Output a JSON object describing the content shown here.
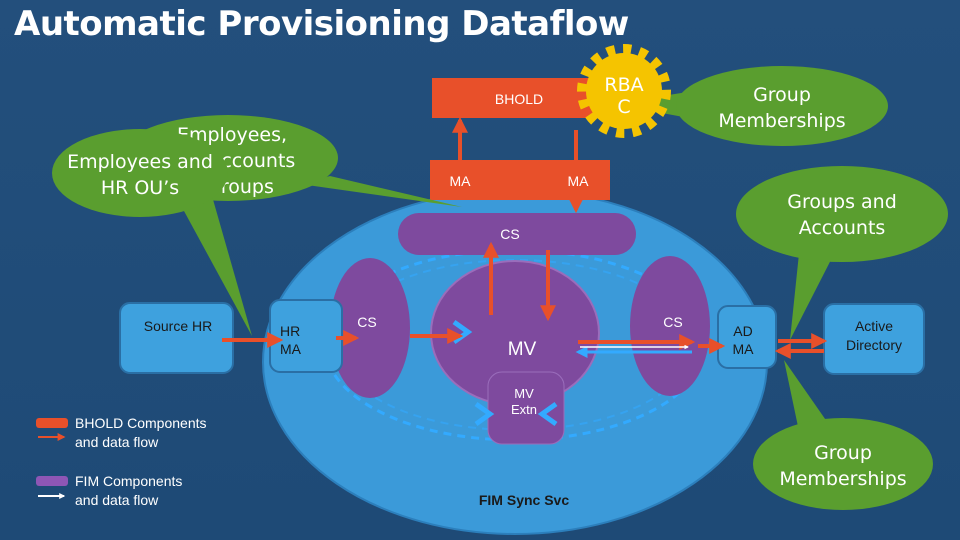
{
  "title": "Automatic Provisioning Dataflow",
  "nodes": {
    "bhold": "BHOLD",
    "rbac_line1": "RBA",
    "rbac_line2": "C",
    "ma_left": "MA",
    "ma_right": "MA",
    "cs_top": "CS",
    "source_hr": "Source HR",
    "hr_ma_line1": "HR",
    "hr_ma_line2": "MA",
    "cs_left": "CS",
    "mv": "MV",
    "cs_right": "CS",
    "ad_ma_line1": "AD",
    "ad_ma_line2": "MA",
    "active_directory_line1": "Active",
    "active_directory_line2": "Directory",
    "mv_extn_line1": "MV",
    "mv_extn_line2": "Extn",
    "fim_sync_svc": "FIM Sync Svc"
  },
  "callouts": {
    "group_memberships_top": [
      "Group",
      "Memberships"
    ],
    "employees_back": [
      "Employees,",
      "Accounts",
      "Groups"
    ],
    "employees_front": [
      "Employees and",
      "HR OU’s"
    ],
    "groups_and_accounts": [
      "Groups and",
      "Accounts"
    ],
    "group_memberships_bottom": [
      "Group",
      "Memberships"
    ]
  },
  "legend": {
    "bhold": [
      "BHOLD Components",
      "and data flow"
    ],
    "fim": [
      "FIM Components",
      "and data flow"
    ]
  },
  "colors": {
    "background": "#1f4e79",
    "ellipse": "#3b9ad9",
    "box": "#3ea1de",
    "purple": "#7e4a9e",
    "orange": "#e8502a",
    "callout": "#5a9e2f",
    "gear": "#f5c400",
    "arrow_blue": "#33aaff"
  }
}
